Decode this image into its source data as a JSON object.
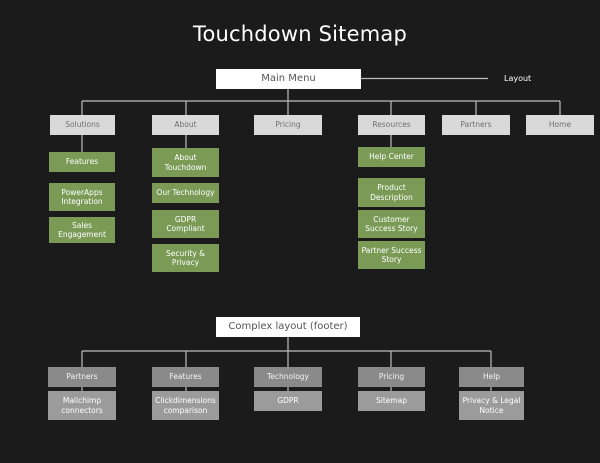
{
  "title": "Touchdown Sitemap",
  "main_menu": {
    "label": "Main Menu",
    "note": "Layout",
    "categories": [
      {
        "label": "Solutions",
        "items": [
          "Features",
          "PowerApps Integration",
          "Sales Engagement"
        ]
      },
      {
        "label": "About",
        "items": [
          "About Touchdown",
          "Our Technology",
          "GDPR Compliant",
          "Security & Privacy"
        ]
      },
      {
        "label": "Pricing",
        "items": []
      },
      {
        "label": "Resources",
        "items": [
          "Help Center",
          "Product Description",
          "Customer Success Story",
          "Partner Success Story"
        ]
      },
      {
        "label": "Partners",
        "items": []
      },
      {
        "label": "Home",
        "items": []
      }
    ]
  },
  "footer": {
    "label": "Complex layout (footer)",
    "categories": [
      {
        "label": "Partners",
        "items": [
          "Mailchimp connectors"
        ]
      },
      {
        "label": "Features",
        "items": [
          "Clickdimensions comparison"
        ]
      },
      {
        "label": "Technology",
        "items": [
          "GDPR"
        ]
      },
      {
        "label": "Pricing",
        "items": [
          "Sitemap"
        ]
      },
      {
        "label": "Help",
        "items": [
          "Privacy & Legal Notice"
        ]
      }
    ]
  },
  "colors": {
    "background": "#1c1b1b",
    "root_box": "#ffffff",
    "category_box": "#d9d9d9",
    "leaf_box": "#7a9a56",
    "footer_category_box": "#8a8a8a",
    "footer_leaf_box": "#9b9b9b",
    "connector": "#bdbdbd"
  }
}
